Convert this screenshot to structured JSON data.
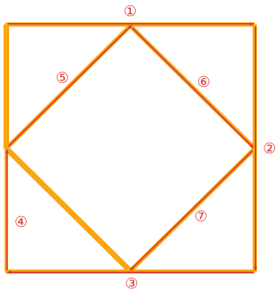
{
  "colors": {
    "orange": "#F8A712",
    "red": "#D93A32",
    "background": "#FFFFFF"
  },
  "labels": {
    "step1": "①",
    "step2": "②",
    "step3": "③",
    "step4": "④",
    "step5": "⑤",
    "step6": "⑥",
    "step7": "⑦"
  }
}
